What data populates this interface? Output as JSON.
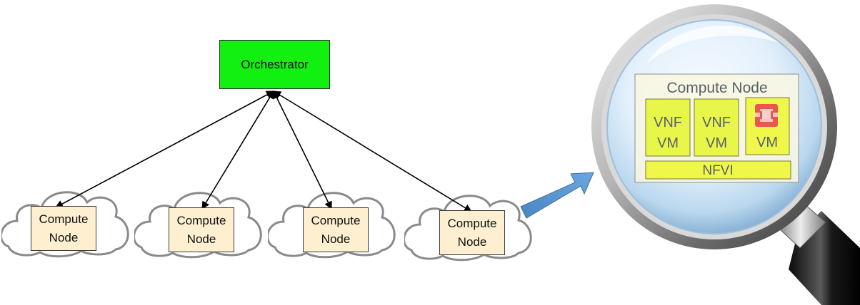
{
  "orchestrator": {
    "label": "Orchestrator"
  },
  "compute_nodes": [
    {
      "line1": "Compute",
      "line2": "Node"
    },
    {
      "line1": "Compute",
      "line2": "Node"
    },
    {
      "line1": "Compute",
      "line2": "Node"
    },
    {
      "line1": "Compute",
      "line2": "Node"
    }
  ],
  "zoom": {
    "title": "Compute Node",
    "vms": [
      {
        "line1": "VNF",
        "line2": "VM"
      },
      {
        "line1": "VNF",
        "line2": "VM"
      },
      {
        "line1": "",
        "line2": "VM"
      }
    ],
    "nfvi_label": "NFVI"
  },
  "colors": {
    "orchestrator_fill": "#11f011",
    "node_fill": "#fdefd0",
    "cloud_stroke": "#808080",
    "pointer_arrow": "#5b9bd5",
    "vm_fill": "#e8f64a",
    "nfvi_fill": "#eef74a",
    "openstack_logo": "#e8584e"
  }
}
